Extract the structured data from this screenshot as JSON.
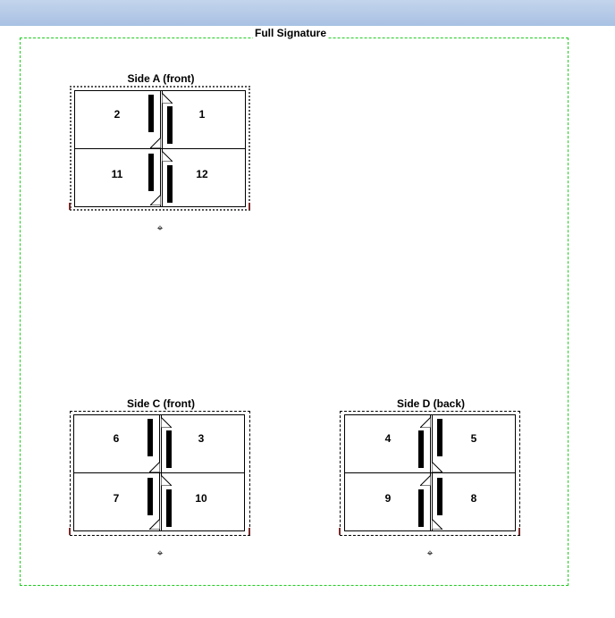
{
  "frame": {
    "title": "Full Signature"
  },
  "sides": [
    {
      "id": "a",
      "label": "Side A (front)",
      "panels": [
        "2",
        "1",
        "11",
        "12"
      ]
    },
    {
      "id": "c",
      "label": "Side C (front)",
      "panels": [
        "6",
        "3",
        "7",
        "10"
      ]
    },
    {
      "id": "d",
      "label": "Side D (back)",
      "panels": [
        "4",
        "5",
        "9",
        "8"
      ]
    }
  ],
  "icons": {
    "registration": "crosshair-icon",
    "fold_corner": "page-fold-icon"
  },
  "colors": {
    "frame_border": "#22cc22",
    "titlebar": "#a9c1e3"
  }
}
